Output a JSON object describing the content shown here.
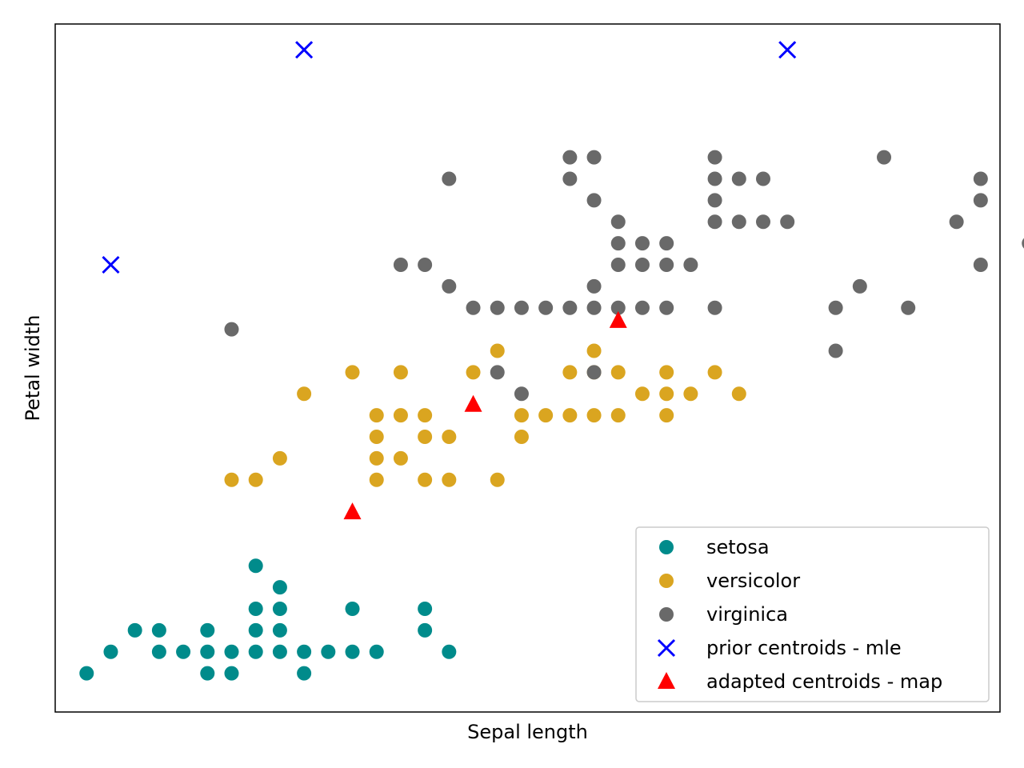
{
  "chart_data": {
    "type": "scatter",
    "title": "",
    "xlabel": "Sepal length",
    "ylabel": "Petal width",
    "xlim": [
      4.17,
      8.08
    ],
    "ylim": [
      -0.08,
      3.12
    ],
    "grid": false,
    "ticks_visible": false,
    "legend_placement": "lower right",
    "series": [
      {
        "name": "setosa",
        "marker": "circle",
        "color": "#008b8b",
        "points": [
          [
            4.3,
            0.1
          ],
          [
            4.4,
            0.2
          ],
          [
            4.5,
            0.3
          ],
          [
            4.6,
            0.2
          ],
          [
            4.6,
            0.3
          ],
          [
            4.7,
            0.2
          ],
          [
            4.8,
            0.1
          ],
          [
            4.8,
            0.2
          ],
          [
            4.8,
            0.3
          ],
          [
            4.9,
            0.1
          ],
          [
            4.9,
            0.2
          ],
          [
            5.0,
            0.2
          ],
          [
            5.0,
            0.3
          ],
          [
            5.0,
            0.4
          ],
          [
            5.0,
            0.6
          ],
          [
            5.1,
            0.2
          ],
          [
            5.1,
            0.3
          ],
          [
            5.1,
            0.4
          ],
          [
            5.1,
            0.5
          ],
          [
            5.2,
            0.1
          ],
          [
            5.2,
            0.2
          ],
          [
            5.3,
            0.2
          ],
          [
            5.4,
            0.2
          ],
          [
            5.4,
            0.4
          ],
          [
            5.5,
            0.2
          ],
          [
            5.7,
            0.3
          ],
          [
            5.7,
            0.4
          ],
          [
            5.8,
            0.2
          ]
        ]
      },
      {
        "name": "versicolor",
        "marker": "circle",
        "color": "#daa520",
        "points": [
          [
            4.9,
            1.0
          ],
          [
            5.0,
            1.0
          ],
          [
            5.1,
            1.1
          ],
          [
            5.2,
            1.4
          ],
          [
            5.4,
            1.5
          ],
          [
            5.5,
            1.0
          ],
          [
            5.5,
            1.1
          ],
          [
            5.5,
            1.2
          ],
          [
            5.5,
            1.3
          ],
          [
            5.6,
            1.1
          ],
          [
            5.6,
            1.3
          ],
          [
            5.6,
            1.5
          ],
          [
            5.7,
            1.0
          ],
          [
            5.7,
            1.2
          ],
          [
            5.7,
            1.3
          ],
          [
            5.8,
            1.0
          ],
          [
            5.8,
            1.2
          ],
          [
            5.9,
            1.5
          ],
          [
            6.0,
            1.0
          ],
          [
            6.0,
            1.6
          ],
          [
            6.1,
            1.2
          ],
          [
            6.1,
            1.3
          ],
          [
            6.2,
            1.3
          ],
          [
            6.3,
            1.3
          ],
          [
            6.3,
            1.5
          ],
          [
            6.4,
            1.3
          ],
          [
            6.4,
            1.5
          ],
          [
            6.4,
            1.6
          ],
          [
            6.5,
            1.3
          ],
          [
            6.5,
            1.5
          ],
          [
            6.6,
            1.4
          ],
          [
            6.7,
            1.3
          ],
          [
            6.7,
            1.4
          ],
          [
            6.7,
            1.5
          ],
          [
            6.8,
            1.4
          ],
          [
            6.9,
            1.5
          ],
          [
            7.0,
            1.4
          ]
        ]
      },
      {
        "name": "virginica",
        "marker": "circle",
        "color": "#696969",
        "points": [
          [
            4.9,
            1.7
          ],
          [
            5.6,
            2.0
          ],
          [
            5.7,
            2.0
          ],
          [
            5.8,
            1.9
          ],
          [
            5.8,
            2.4
          ],
          [
            5.9,
            1.8
          ],
          [
            6.0,
            1.5
          ],
          [
            6.0,
            1.8
          ],
          [
            6.1,
            1.4
          ],
          [
            6.1,
            1.8
          ],
          [
            6.2,
            1.8
          ],
          [
            6.3,
            1.8
          ],
          [
            6.3,
            2.4
          ],
          [
            6.3,
            2.5
          ],
          [
            6.4,
            1.5
          ],
          [
            6.4,
            1.8
          ],
          [
            6.4,
            1.9
          ],
          [
            6.4,
            2.3
          ],
          [
            6.4,
            2.5
          ],
          [
            6.5,
            1.8
          ],
          [
            6.5,
            2.0
          ],
          [
            6.5,
            2.1
          ],
          [
            6.5,
            2.2
          ],
          [
            6.6,
            1.8
          ],
          [
            6.6,
            2.0
          ],
          [
            6.6,
            2.1
          ],
          [
            6.7,
            1.8
          ],
          [
            6.7,
            2.0
          ],
          [
            6.7,
            2.1
          ],
          [
            6.8,
            2.0
          ],
          [
            6.9,
            1.8
          ],
          [
            6.9,
            2.2
          ],
          [
            6.9,
            2.3
          ],
          [
            6.9,
            2.4
          ],
          [
            6.9,
            2.5
          ],
          [
            7.0,
            2.2
          ],
          [
            7.0,
            2.4
          ],
          [
            7.1,
            2.2
          ],
          [
            7.1,
            2.4
          ],
          [
            7.2,
            2.2
          ],
          [
            7.4,
            1.6
          ],
          [
            7.4,
            1.8
          ],
          [
            7.5,
            1.9
          ],
          [
            7.6,
            2.5
          ],
          [
            7.7,
            1.8
          ],
          [
            7.9,
            2.2
          ],
          [
            8.0,
            2.0
          ],
          [
            8.0,
            2.3
          ],
          [
            8.0,
            2.4
          ],
          [
            8.2,
            2.1
          ]
        ]
      },
      {
        "name": "prior centroids - mle",
        "marker": "x",
        "color": "#0000ff",
        "points": [
          [
            4.4,
            2.0
          ],
          [
            5.2,
            3.0
          ],
          [
            7.2,
            3.0
          ]
        ]
      },
      {
        "name": "adapted centroids - map",
        "marker": "triangle",
        "color": "#ff0000",
        "points": [
          [
            5.4,
            0.85
          ],
          [
            5.9,
            1.35
          ],
          [
            6.5,
            1.74
          ]
        ]
      }
    ]
  }
}
